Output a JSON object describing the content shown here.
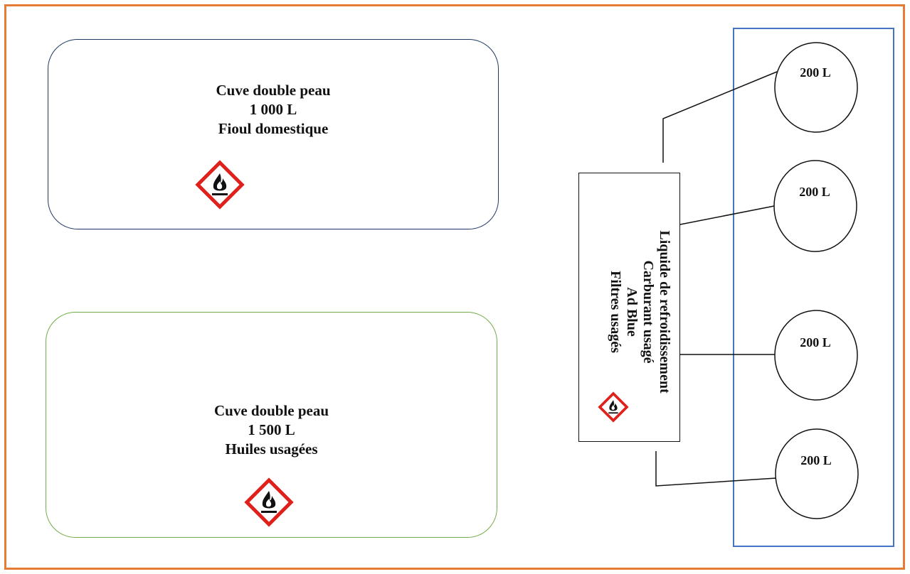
{
  "tanks": [
    {
      "line1": "Cuve double peau",
      "line2": "1 000 L",
      "line3": "Fioul domestique",
      "border_color": "#1f3864",
      "icon": "flammable-hazard-icon"
    },
    {
      "line1": "Cuve double peau",
      "line2": "1 500 L",
      "line3": "Huiles usagées",
      "border_color": "#70ad47",
      "icon": "flammable-hazard-icon"
    }
  ],
  "cabinet": {
    "lines": [
      "Liquide de refroidissement",
      "Carburant usagé",
      "Ad Blue",
      "Filtres usagés"
    ],
    "icon": "flammable-hazard-icon"
  },
  "drums": [
    {
      "label": "200 L"
    },
    {
      "label": "200 L"
    },
    {
      "label": "200 L"
    },
    {
      "label": "200 L"
    }
  ],
  "colors": {
    "outer_frame": "#e57c35",
    "drum_rack": "#4472c4",
    "hazard_red": "#e0201b"
  }
}
